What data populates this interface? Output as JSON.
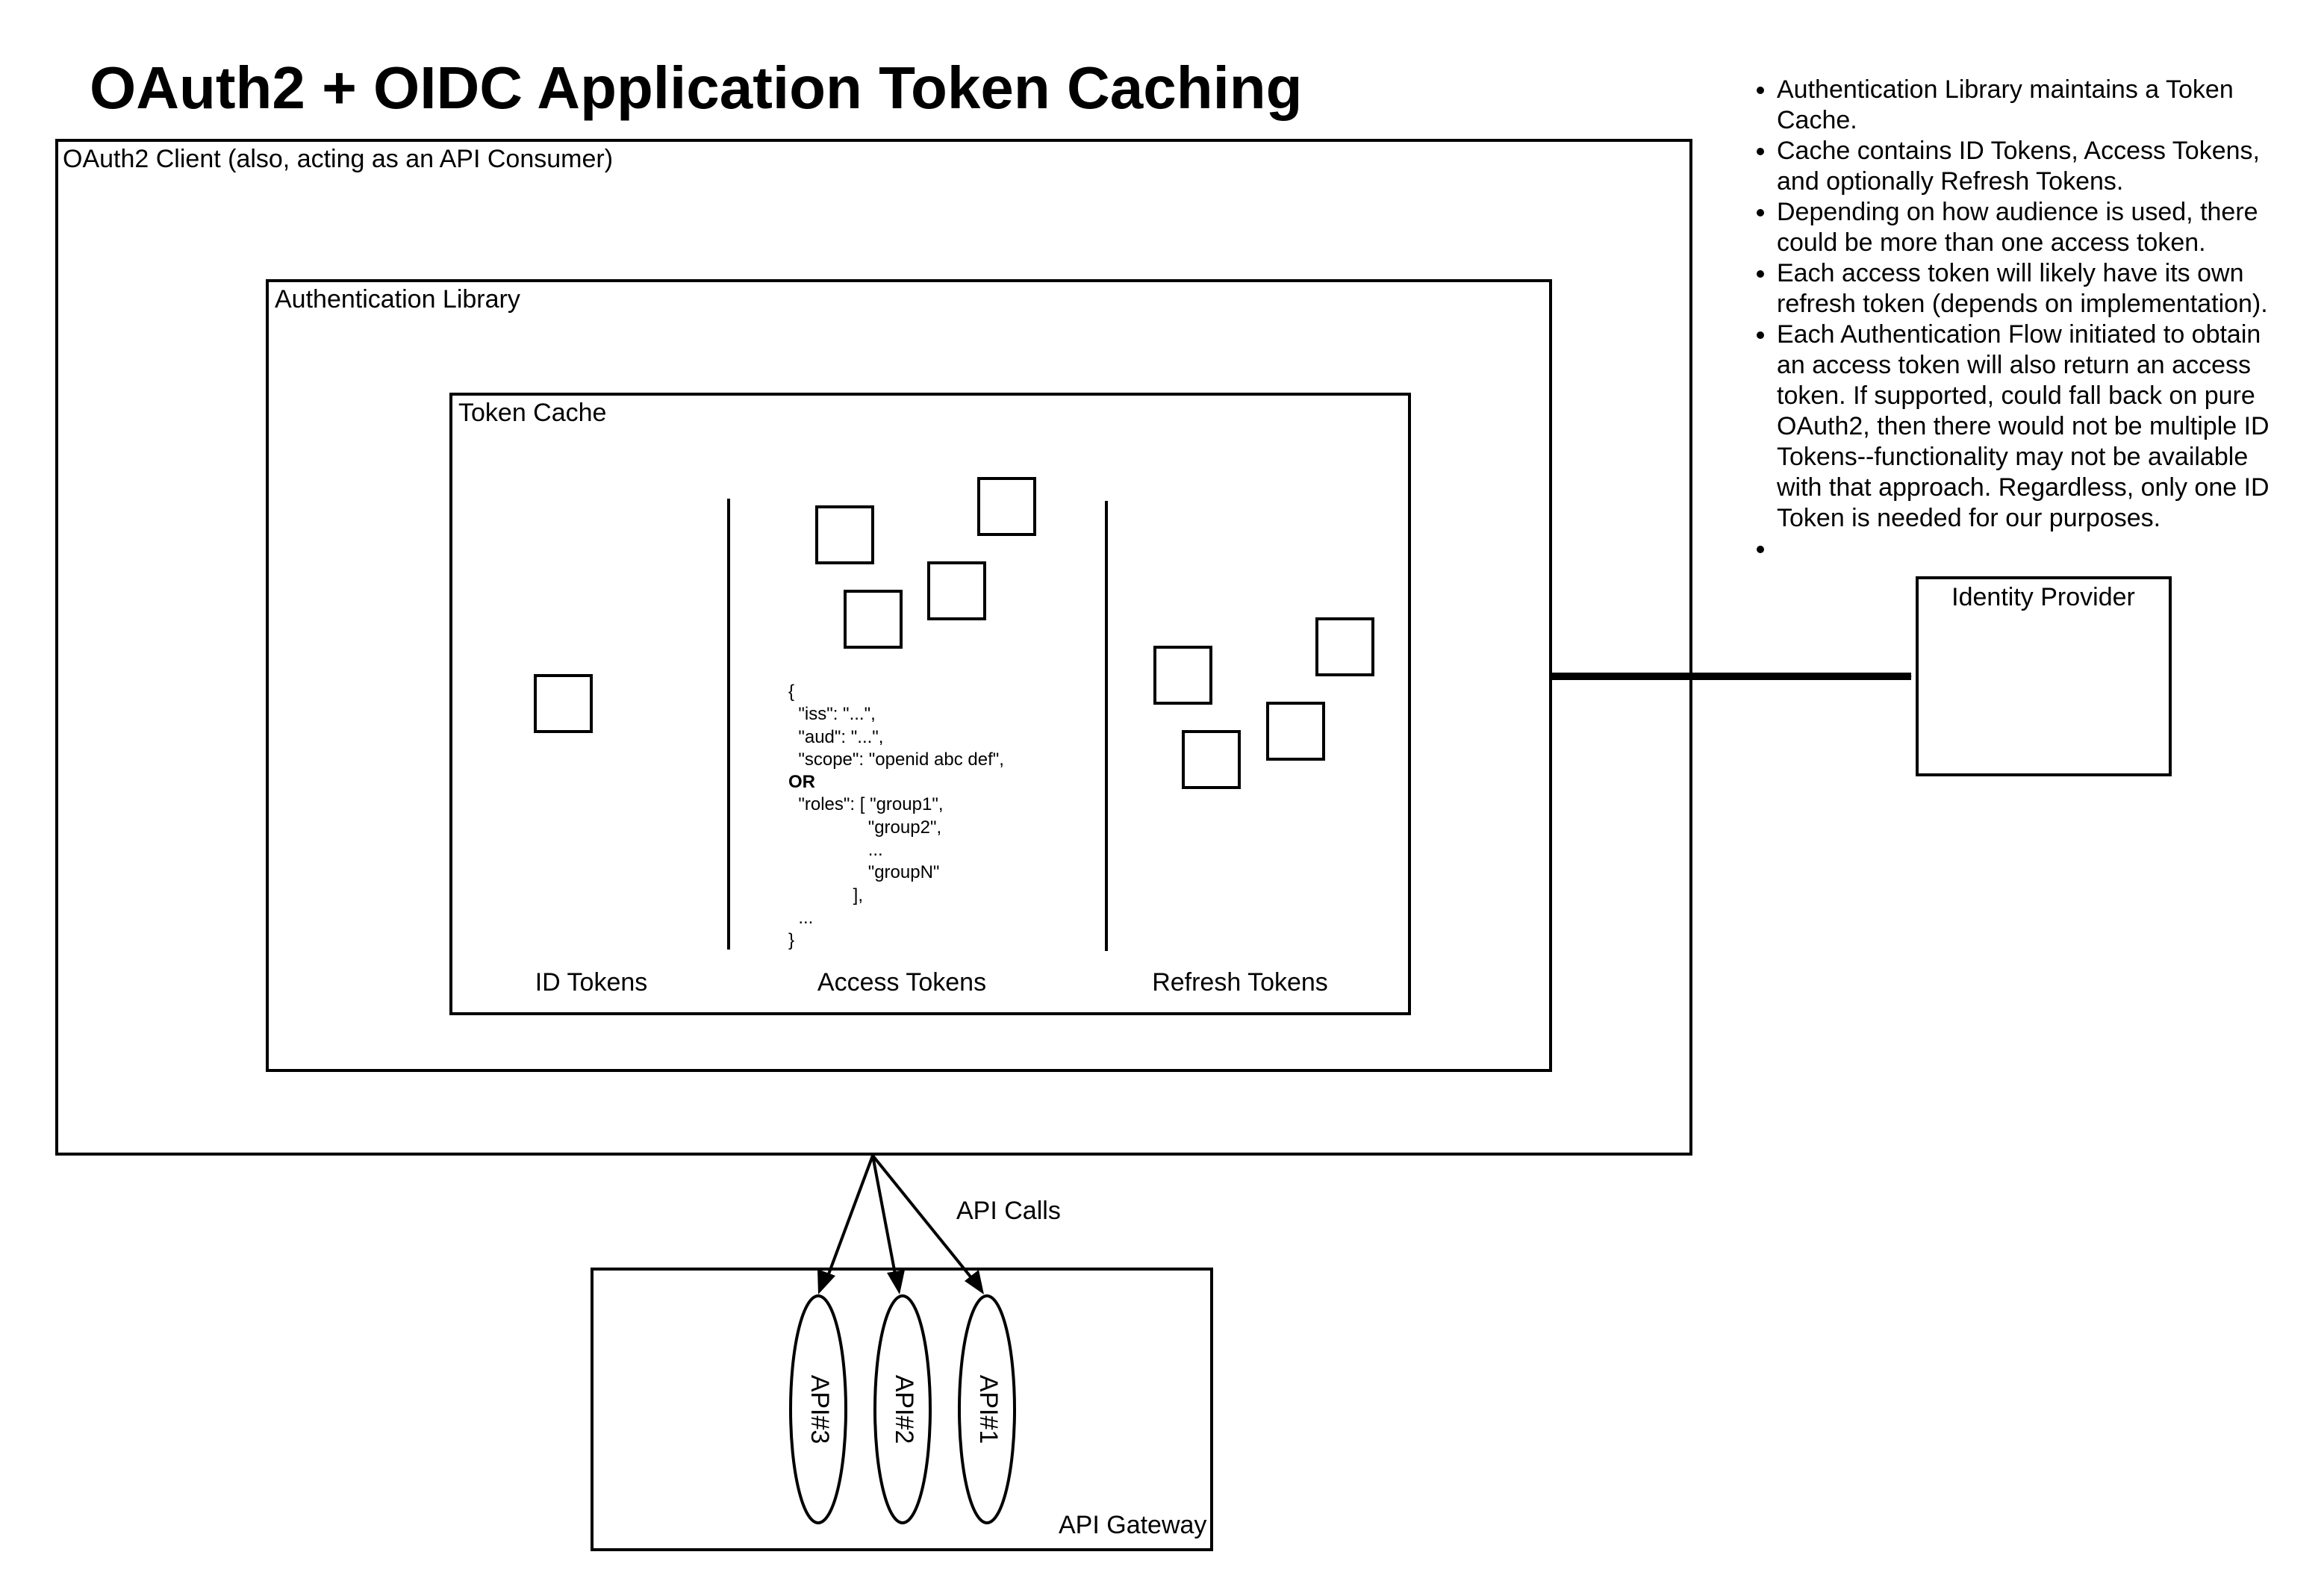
{
  "title": "OAuth2 + OIDC Application Token Caching",
  "notes": [
    "Authentication Library maintains a Token Cache.",
    "Cache contains ID Tokens, Access Tokens, and optionally Refresh Tokens.",
    "Depending on how audience is used, there could be more than one access token.",
    "Each access token will likely have its own refresh token (depends on implementation).",
    "Each Authentication Flow initiated to obtain an access token will also return an access token. If supported, could fall back on pure OAuth2, then there would not be multiple ID Tokens--functionality may not be available with that approach. Regardless, only one ID Token is needed for our purposes.",
    ""
  ],
  "boxes": {
    "client": "OAuth2 Client (also, acting as an API Consumer)",
    "auth_library": "Authentication Library",
    "token_cache": "Token Cache",
    "identity_provider": "Identity Provider",
    "api_gateway": "API Gateway"
  },
  "columns": {
    "id_tokens": "ID Tokens",
    "access_tokens": "Access Tokens",
    "refresh_tokens": "Refresh Tokens"
  },
  "json_snippet": {
    "open": "{",
    "iss": "  \"iss\": \"...\",",
    "aud": "  \"aud\": \"...\",",
    "scope": "  \"scope\": \"openid abc def\",",
    "or": "OR",
    "roles": "  \"roles\": [ \"group1\",",
    "group2": "                \"group2\",",
    "ellipsis_inner": "                ...",
    "groupN": "                \"groupN\"",
    "close_array": "             ],",
    "ellipsis_outer": "  ...",
    "close": "}"
  },
  "edges": {
    "api_calls": "API Calls"
  },
  "apis": [
    "API#3",
    "API#2",
    "API#1"
  ]
}
